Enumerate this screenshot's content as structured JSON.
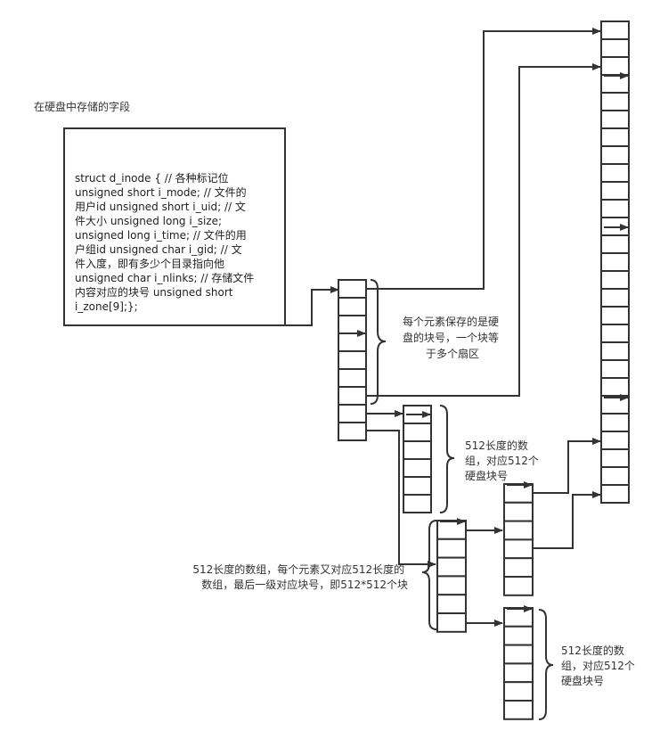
{
  "title": "在硬盘中存储的字段",
  "struct_box": {
    "lines": [
      "struct d_inode {     // 各种标记位",
      "unsigned short i_mode;    // 文件的",
      "用户id    unsigned short i_uid;    // 文",
      "件大小    unsigned long i_size;",
      "unsigned long i_time;    // 文件的用",
      "户组id    unsigned char i_gid;  // 文",
      "件入度，即有多少个目录指向他",
      " unsigned char i_nlinks;   // 存储文件",
      "内容对应的块号   unsigned short",
      "i_zone[9];};"
    ]
  },
  "annotations": {
    "direct": [
      "每个元素保存的是硬",
      "盘的块号，一个块等",
      "于多个扇区"
    ],
    "single_indirect": [
      "512长度的数",
      "组，对应512个",
      "硬盘块号"
    ],
    "double_indirect": [
      "512长度的数组，每个元素又对应512长度的",
      "数组，最后一级对应块号，即512*512个块"
    ],
    "second_level": [
      "512长度的数",
      "组，对应512个",
      "硬盘块号"
    ]
  },
  "arrays": {
    "i_zone_cells": 9,
    "single_indirect_cells": 6,
    "double_indirect_cells": 6,
    "second_level_a_cells": 6,
    "second_level_b_cells": 6,
    "disk_blocks_cells": 27
  },
  "colors": {
    "stroke": "#333333",
    "text": "#333333",
    "background": "#ffffff"
  }
}
